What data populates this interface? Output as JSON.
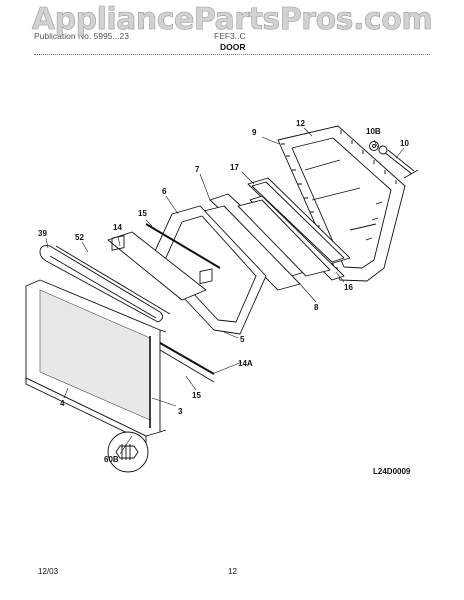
{
  "watermark": "AppliancePartsPros.com",
  "header": {
    "left_text": "Publication No. 5995...23",
    "right_text": "FEF3..C",
    "title": "DOOR"
  },
  "diagram_code": "L24D0009",
  "footer": {
    "date": "12/03",
    "page": "12"
  },
  "callouts": {
    "c9": "9",
    "c12": "12",
    "c10b": "10B",
    "c10": "10",
    "c17": "17",
    "c7": "7",
    "c6": "6",
    "c15_top": "15",
    "c14": "14",
    "c52": "52",
    "c39": "39",
    "c16": "16",
    "c8": "8",
    "c5": "5",
    "c14a": "14A",
    "c15_bot": "15",
    "c4": "4",
    "c3": "3",
    "c60b": "60B"
  }
}
